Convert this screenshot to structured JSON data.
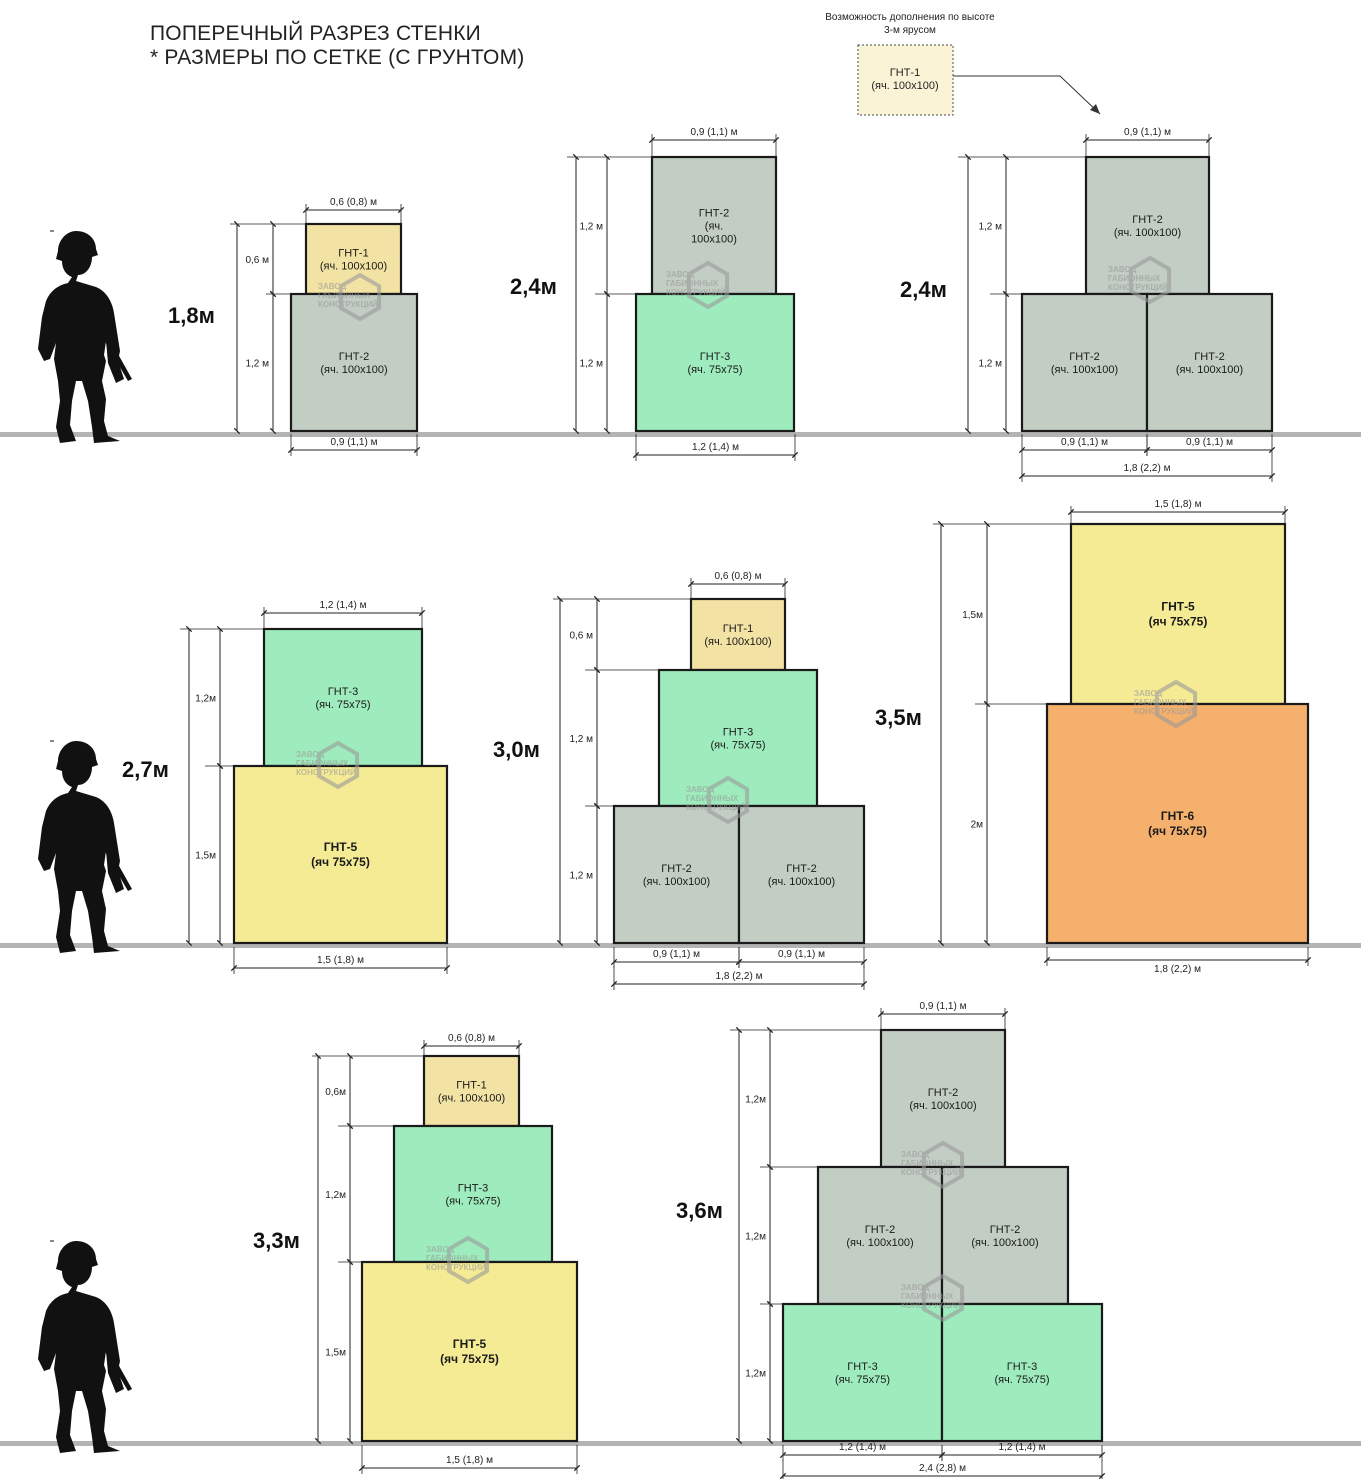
{
  "title": {
    "line1": "ПОПЕРЕЧНЫЙ РАЗРЕЗ СТЕНКИ",
    "line2": "* РАЗМЕРЫ ПО СЕТКЕ (С ГРУНТОМ)"
  },
  "colors": {
    "ground": "#b4b4b4",
    "gnt1": "#f2e3a4",
    "gnt2": "#c2cdc3",
    "gnt3": "#9eecbd",
    "gnt5": "#f5eb94",
    "gnt6": "#f4b06c",
    "optional_fill": "#fbf3d6",
    "watermark": "#9a9a9a",
    "line": "#222222"
  },
  "watermark": {
    "line1": "ЗАВОД",
    "line2": "ГАБИОННЫХ",
    "line3": "КОНСТРУКЦИЙ"
  },
  "optional_note": {
    "line1": "Возможность дополнения по высоте",
    "line2": "3-м ярусом",
    "box_label": "ГНТ-1",
    "box_mesh": "(яч. 100х100)"
  },
  "walls": [
    {
      "height_label": "1,8м",
      "blocks": [
        {
          "label": "ГНТ-1",
          "mesh": "(яч. 100х100)",
          "type": "gnt1"
        },
        {
          "label": "ГНТ-2",
          "mesh": "(яч. 100х100)",
          "type": "gnt2"
        }
      ],
      "dimensions": [
        "0,6 (0,8) м",
        "0,9 (1,1) м",
        "0,6 м",
        "1,2 м"
      ]
    },
    {
      "height_label": "2,4м",
      "blocks": [
        {
          "label": "ГНТ-2",
          "mesh": "(яч.",
          "mesh2": "100х100)",
          "type": "gnt2"
        },
        {
          "label": "ГНТ-3",
          "mesh": "(яч. 75х75)",
          "type": "gnt3"
        }
      ],
      "dimensions": [
        "0,9 (1,1) м",
        "1,2 (1,4) м",
        "1,2 м",
        "1,2 м"
      ]
    },
    {
      "height_label": "2,4м",
      "blocks": [
        {
          "label": "ГНТ-2",
          "mesh": "(яч. 100х100)",
          "type": "gnt2"
        },
        {
          "label": "ГНТ-2",
          "mesh": "(яч. 100х100)",
          "type": "gnt2"
        },
        {
          "label": "ГНТ-2",
          "mesh": "(яч. 100х100)",
          "type": "gnt2"
        }
      ],
      "dimensions": [
        "0,9 (1,1) м",
        "0,9 (1,1) м",
        "0,9 (1,1) м",
        "1,8 (2,2) м",
        "1,2 м",
        "1,2 м"
      ]
    },
    {
      "height_label": "2,7м",
      "blocks": [
        {
          "label": "ГНТ-3",
          "mesh": "(яч. 75х75)",
          "type": "gnt3"
        },
        {
          "label": "ГНТ-5",
          "mesh": "(яч 75х75)",
          "type": "gnt5"
        }
      ],
      "dimensions": [
        "1,2 (1,4) м",
        "1,5 (1,8) м",
        "1,2м",
        "1,5м"
      ]
    },
    {
      "height_label": "3,0м",
      "blocks": [
        {
          "label": "ГНТ-1",
          "mesh": "(яч. 100х100)",
          "type": "gnt1"
        },
        {
          "label": "ГНТ-3",
          "mesh": "(яч. 75х75)",
          "type": "gnt3"
        },
        {
          "label": "ГНТ-2",
          "mesh": "(яч. 100х100)",
          "type": "gnt2"
        },
        {
          "label": "ГНТ-2",
          "mesh": "(яч. 100х100)",
          "type": "gnt2"
        }
      ],
      "dimensions": [
        "0,6 (0,8) м",
        "0,9 (1,1) м",
        "0,9 (1,1) м",
        "1,8 (2,2) м",
        "0,6 м",
        "1,2 м",
        "1,2 м"
      ]
    },
    {
      "height_label": "3,5м",
      "blocks": [
        {
          "label": "ГНТ-5",
          "mesh": "(яч 75х75)",
          "type": "gnt5"
        },
        {
          "label": "ГНТ-6",
          "mesh": "(яч 75х75)",
          "type": "gnt6"
        }
      ],
      "dimensions": [
        "1,5 (1,8) м",
        "1,8 (2,2) м",
        "1,5м",
        "2м"
      ]
    },
    {
      "height_label": "3,3м",
      "blocks": [
        {
          "label": "ГНТ-1",
          "mesh": "(яч. 100х100)",
          "type": "gnt1"
        },
        {
          "label": "ГНТ-3",
          "mesh": "(яч. 75х75)",
          "type": "gnt3"
        },
        {
          "label": "ГНТ-5",
          "mesh": "(яч 75х75)",
          "type": "gnt5"
        }
      ],
      "dimensions": [
        "0,6 (0,8) м",
        "1,5 (1,8) м",
        "0,6м",
        "1,2м",
        "1,5м"
      ]
    },
    {
      "height_label": "3,6м",
      "blocks": [
        {
          "label": "ГНТ-2",
          "mesh": "(яч. 100х100)",
          "type": "gnt2"
        },
        {
          "label": "ГНТ-2",
          "mesh": "(яч. 100х100)",
          "type": "gnt2"
        },
        {
          "label": "ГНТ-2",
          "mesh": "(яч. 100х100)",
          "type": "gnt2"
        },
        {
          "label": "ГНТ-3",
          "mesh": "(яч. 75х75)",
          "type": "gnt3"
        },
        {
          "label": "ГНТ-3",
          "mesh": "(яч. 75х75)",
          "type": "gnt3"
        }
      ],
      "dimensions": [
        "0,9 (1,1) м",
        "1,2 (1,4) м",
        "1,2 (1,4) м",
        "2,4 (2,8) м",
        "1,2м",
        "1,2м",
        "1,2м"
      ]
    }
  ]
}
